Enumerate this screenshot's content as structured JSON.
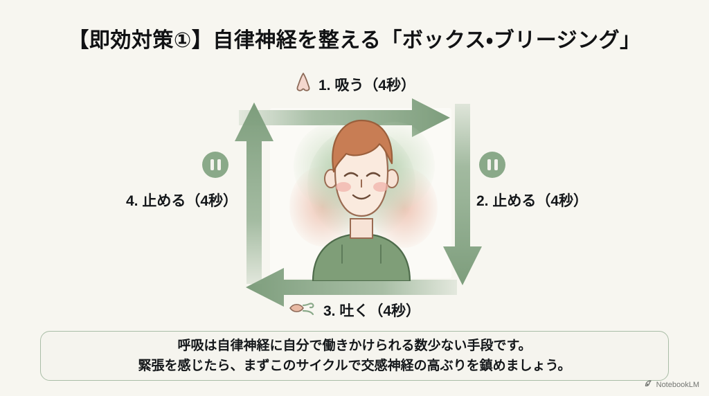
{
  "slide": {
    "title": "【即効対策①】自律神経を整える「ボックス・ブリージング」",
    "background_color": "#f7f6f0",
    "accent_color": "#8aa989"
  },
  "diagram": {
    "type": "box-breathing-cycle",
    "steps": [
      {
        "id": "inhale",
        "position": "top",
        "label": "1. 吸う（4秒）",
        "icon": "nose-icon",
        "arrow": "arrow-right",
        "seconds": 4
      },
      {
        "id": "hold-1",
        "position": "right",
        "label": "2. 止める（4秒）",
        "icon": "pause-icon",
        "arrow": "arrow-down",
        "seconds": 4
      },
      {
        "id": "exhale",
        "position": "bottom",
        "label": "3. 吐く（4秒）",
        "icon": "exhale-mouth-icon",
        "arrow": "arrow-left",
        "seconds": 4
      },
      {
        "id": "hold-2",
        "position": "left",
        "label": "4. 止める（4秒）",
        "icon": "pause-icon",
        "arrow": "arrow-up",
        "seconds": 4
      }
    ],
    "center_illustration": "calm-person-eyes-closed"
  },
  "note": {
    "line1": "呼吸は自律神経に自分で働きかけられる数少ない手段です。",
    "line2": "緊張を感じたら、まずこのサイクルで交感神経の高ぶりを鎮めましょう。"
  },
  "watermark": {
    "label": "NotebookLM"
  }
}
